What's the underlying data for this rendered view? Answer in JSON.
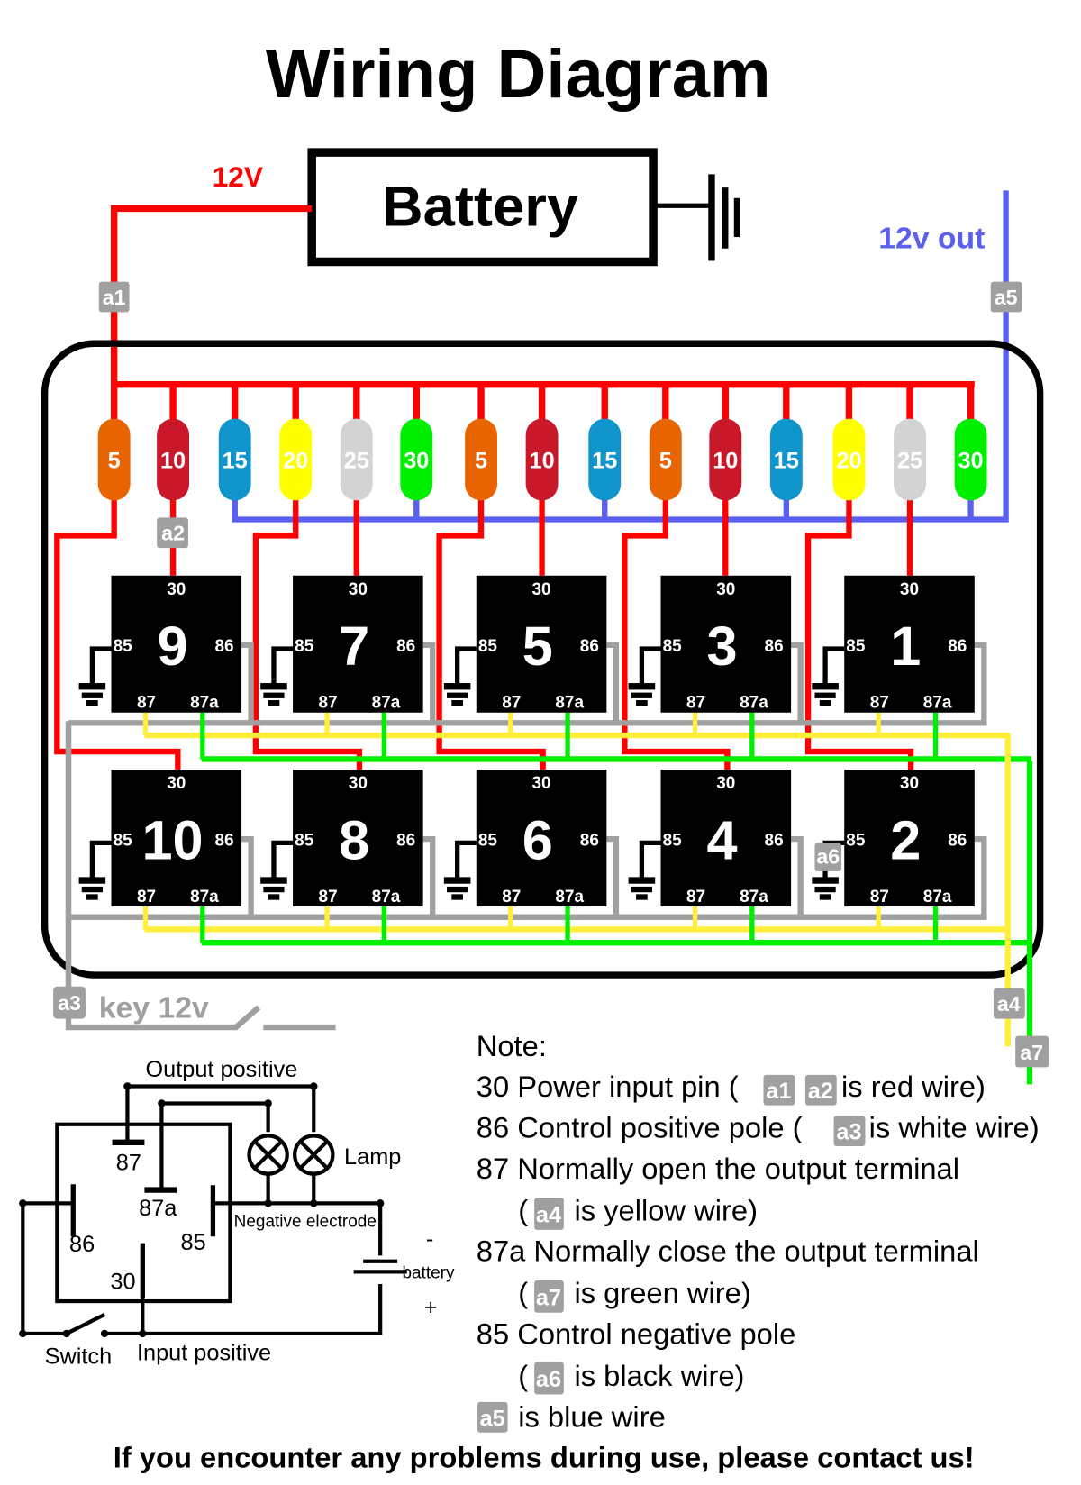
{
  "title": "Wiring Diagram",
  "battery": {
    "label": "Battery",
    "positive_label": "12V",
    "output_label": "12v out"
  },
  "colors": {
    "red_wire": "#ff0000",
    "blue_wire": "#5b5ff0",
    "yellow_wire": "#ffef3a",
    "green_wire": "#00ee00",
    "gray_wire": "#a0a0a0",
    "black": "#000000",
    "tag_bg": "#a0a0a0"
  },
  "wire_tags": [
    "a1",
    "a2",
    "a3",
    "a4",
    "a5",
    "a6",
    "a7"
  ],
  "fuses": [
    {
      "rating": "5",
      "color": "#e86400"
    },
    {
      "rating": "10",
      "color": "#c8182a"
    },
    {
      "rating": "15",
      "color": "#1094cc"
    },
    {
      "rating": "20",
      "color": "#ffff00"
    },
    {
      "rating": "25",
      "color": "#d3d3d3"
    },
    {
      "rating": "30",
      "color": "#00ee00"
    },
    {
      "rating": "5",
      "color": "#e86400"
    },
    {
      "rating": "10",
      "color": "#c8182a"
    },
    {
      "rating": "15",
      "color": "#1094cc"
    },
    {
      "rating": "5",
      "color": "#e86400"
    },
    {
      "rating": "10",
      "color": "#c8182a"
    },
    {
      "rating": "15",
      "color": "#1094cc"
    },
    {
      "rating": "20",
      "color": "#ffff00"
    },
    {
      "rating": "25",
      "color": "#d3d3d3"
    },
    {
      "rating": "30",
      "color": "#00ee00"
    }
  ],
  "relays": {
    "top_row": [
      "9",
      "7",
      "5",
      "3",
      "1"
    ],
    "bottom_row": [
      "10",
      "8",
      "6",
      "4",
      "2"
    ],
    "pins": {
      "p30": "30",
      "p85": "85",
      "p86": "86",
      "p87": "87",
      "p87a": "87a"
    }
  },
  "key_label": "key 12v",
  "schematic": {
    "output_positive": "Output positive",
    "lamp": "Lamp",
    "negative_electrode": "Negative electrode",
    "battery": "battery",
    "minus": "-",
    "plus": "+",
    "switch": "Switch",
    "input_positive": "Input positive",
    "pin87": "87",
    "pin87a": "87a",
    "pin86": "86",
    "pin85": "85",
    "pin30": "30"
  },
  "notes": {
    "heading": "Note:",
    "line1_pre": "30 Power input pin (",
    "line1_post": "is red wire)",
    "line2_pre": "86 Control positive pole (",
    "line2_post": "is white wire)",
    "line3": "87 Normally open the output terminal",
    "line4_pre": "(",
    "line4_post": "is yellow wire)",
    "line5": "87a Normally close the output terminal",
    "line6_pre": "(",
    "line6_post": "is green wire)",
    "line7": "85 Control negative pole",
    "line8_pre": "(",
    "line8_post": "is black wire)",
    "line9_post": "is blue wire"
  },
  "footer": "If you encounter any problems during use, please contact us!"
}
